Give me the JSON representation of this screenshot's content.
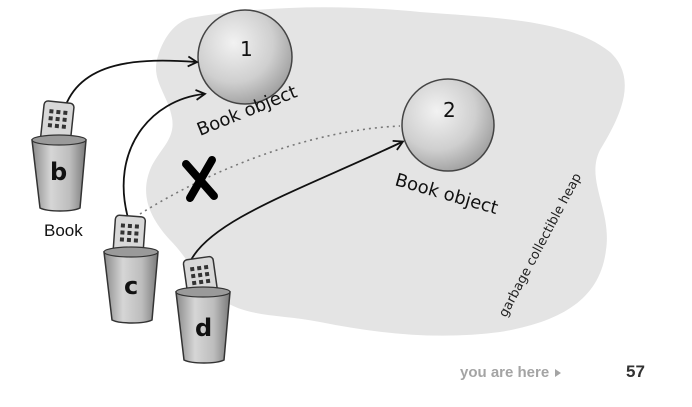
{
  "heap": {
    "label": "garbage collectible heap"
  },
  "objects": [
    {
      "number": "1",
      "label": "Book object"
    },
    {
      "number": "2",
      "label": "Book object"
    }
  ],
  "references": [
    {
      "name": "b",
      "type_label": "Book"
    },
    {
      "name": "c"
    },
    {
      "name": "d"
    }
  ],
  "footer": {
    "nav_text": "you are here",
    "page_number": "57"
  },
  "colors": {
    "heap": "#e4e4e4",
    "ink": "#111111",
    "object_fill": "#c9c9c9"
  }
}
